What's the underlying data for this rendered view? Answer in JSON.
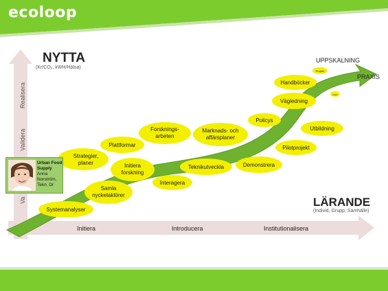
{
  "header": {
    "logo": "ecoloop"
  },
  "diagram": {
    "y_axis": {
      "title": "NYTTA",
      "subtitle": "(Kr/CO₂, kWH/Hälsa)",
      "levels": [
        "Realisera",
        "Validera",
        "Va"
      ]
    },
    "x_axis": {
      "phases": [
        "Initiera",
        "Introducera",
        "Institutionalisera"
      ]
    },
    "right_axis": {
      "title": "LÄRANDE",
      "subtitle": "(Individ, Grupp, Samhälle)"
    },
    "top_labels": {
      "scaling": "UPPSKALNING",
      "practice": "PRAXIS"
    },
    "bubbles": {
      "systemanalyser": "Systemanalyser",
      "samla": [
        "Samla",
        "nyckelaktörer"
      ],
      "strategier": [
        "Strategier,",
        "planer"
      ],
      "plattformar": "Plattformar",
      "initiera_forskning": [
        "Initiera",
        "forskning"
      ],
      "forskningsarbeten": [
        "Forsknings-",
        "arbeten"
      ],
      "interagera": "Interagera",
      "teknikutveckla": "Teknikutveckla",
      "marknads": [
        "Marknads- och",
        "affärsplaner"
      ],
      "demonstrera": "Demonstrera",
      "policys": "Policys",
      "pilotprojekt": "Pilotprojekt",
      "vagledning": "Vägledning",
      "utbildning": "Utbildning",
      "handbocker": "Handböcker",
      "projekt_small": "Projekt",
      "tiny": "Inspir."
    },
    "person": {
      "line1": "Urban Food",
      "line2": "Supply",
      "line3": "Anna Norström,",
      "line4": "Tekn. Dr"
    }
  },
  "colors": {
    "brand_green": "#7ccc2e",
    "bubble_yellow": "#f3ef00",
    "arrow_green": "#6fb230",
    "axis_pink": "#ecdcdc"
  }
}
